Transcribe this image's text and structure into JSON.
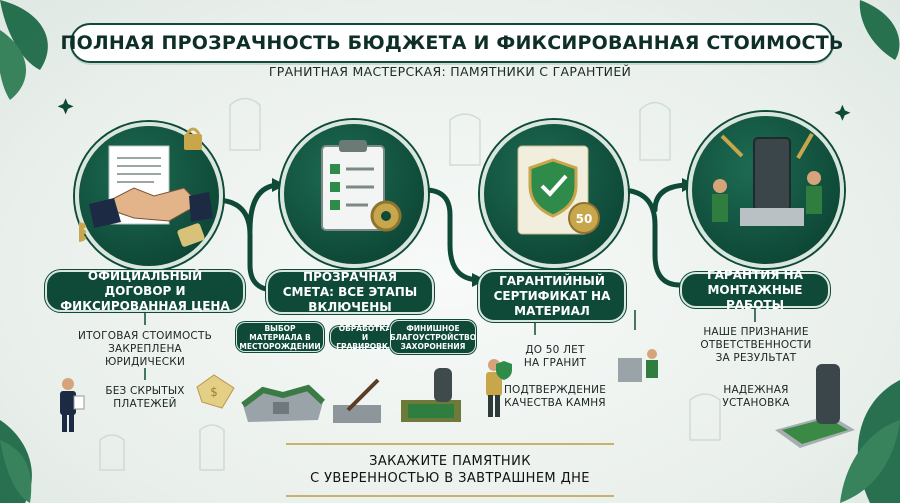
{
  "header": {
    "title": "ПОЛНАЯ ПРОЗРАЧНОСТЬ БЮДЖЕТА И ФИКСИРОВАННАЯ СТОИМОСТЬ",
    "subtitle": "ГРАНИТНАЯ МАСТЕРСКАЯ: ПАМЯТНИКИ С ГАРАНТИЕЙ"
  },
  "stages": [
    {
      "label": "ОФИЦИАЛЬНЫЙ ДОГОВОР И ФИКСИРОВАННАЯ ЦЕНА",
      "icon": "handshake-contract-icon",
      "notes": [
        "ИТОГОВАЯ СТОИМОСТЬ ЗАКРЕПЛЕНА ЮРИДИЧЕСКИ",
        "БЕЗ СКРЫТЫХ ПЛАТЕЖЕЙ"
      ]
    },
    {
      "label": "ПРОЗРАЧНАЯ СМЕТА: ВСЕ ЭТАПЫ ВКЛЮЧЕНЫ",
      "icon": "checklist-clipboard-icon",
      "substeps": [
        "ВЫБОР МАТЕРИАЛА В МЕСТОРОЖДЕНИИ",
        "ОБРАБОТКА И ГРАВИРОВКА",
        "ФИНИШНОЕ БЛАГОУСТРОЙСТВО ЗАХОРОНЕНИЯ"
      ]
    },
    {
      "label": "ГАРАНТИЙНЫЙ СЕРТИФИКАТ НА МАТЕРИАЛ",
      "icon": "certificate-shield-icon",
      "badge": "50",
      "notes": [
        "ДО 50 ЛЕТ НА ГРАНИТ",
        "ПОДТВЕРЖДЕНИЕ КАЧЕСТВА КАМНЯ"
      ]
    },
    {
      "label": "ГАРАНТИЯ НА МОНТАЖНЫЕ РАБОТЫ",
      "icon": "installation-workers-icon",
      "notes": [
        "НАШЕ ПРИЗНАНИЕ ОТВЕТСТВЕННОСТИ ЗА РЕЗУЛЬТАТ",
        "НАДЕЖНАЯ УСТАНОВКА"
      ]
    }
  ],
  "footer": {
    "line1": "ЗАКАЖИТЕ ПАМЯТНИК",
    "line2": "С УВЕРЕННОСТЬЮ В ЗАВТРАШНЕМ ДНЕ"
  },
  "colors": {
    "primary": "#0f4a39",
    "accent_gold": "#c8a64b",
    "background": "#eef2ef",
    "leaf": "#1f6a47"
  }
}
